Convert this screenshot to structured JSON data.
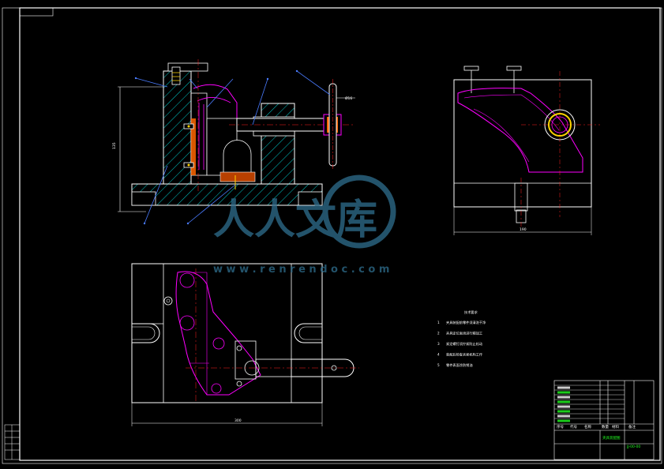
{
  "watermark": {
    "brand_text": "人人文库",
    "url_text": "w w w . r e n r e n d o c . c o m",
    "color": "#2f6f8f"
  },
  "technical_requirements": {
    "title": "技术要求",
    "items": [
      {
        "num": "1",
        "text": "夹具装配前零件须清洗干净"
      },
      {
        "num": "2",
        "text": "夹具定位面须进行精加工"
      },
      {
        "num": "3",
        "text": "紧定螺钉须拧紧防止松动"
      },
      {
        "num": "4",
        "text": "装配后检查夹紧机构工作"
      },
      {
        "num": "5",
        "text": "零件表面涂防锈油"
      }
    ]
  },
  "dimensions": {
    "front_height": "135",
    "side_width": "190",
    "top_width": "300",
    "handle_dim": "Ø16"
  },
  "title_block": {
    "drawing_name": "夹具装配图",
    "drawing_number": "JJ-00-00",
    "header_labels": [
      "序号",
      "代号",
      "名称",
      "数量",
      "材料",
      "备注"
    ]
  },
  "colors": {
    "outline": "#ffffff",
    "hatch": "#00c8c8",
    "magenta": "#ff00ff",
    "leader": "#4a7cff",
    "accent_yellow": "#ffd400",
    "accent_green": "#22ff22"
  }
}
